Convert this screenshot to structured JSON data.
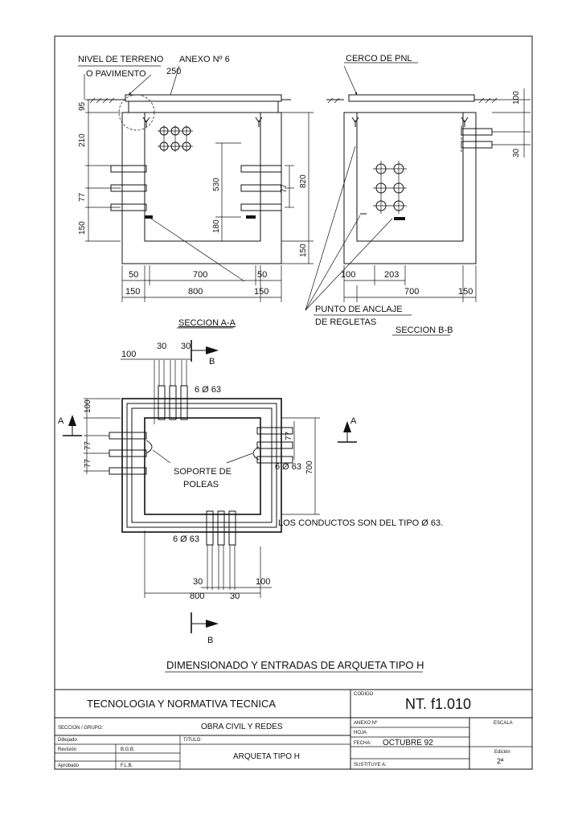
{
  "sec_aa": {
    "nivel_terreno": "NIVEL DE TERRENO",
    "pavimento": "O PAVIMENTO",
    "anexo": "ANEXO Nº 6",
    "d250": "250",
    "d95": "95",
    "d210": "210",
    "d77": "77",
    "d150": "150",
    "d530": "530",
    "d77b": "77",
    "d820": "820",
    "d180": "180",
    "d150b": "150",
    "d50a": "50",
    "d700": "700",
    "d50b": "50",
    "d150c": "150",
    "d800": "800",
    "d150d": "150",
    "title": "SECCION A-A"
  },
  "sec_bb": {
    "cerco": "CERCO DE PNL",
    "d100": "100",
    "d30": "30",
    "d100b": "100",
    "d203": "203",
    "d700": "700",
    "d150": "150",
    "anclaje1": "PUNTO DE ANCLAJE",
    "anclaje2": "DE REGLETAS",
    "title": "SECCION B-B"
  },
  "plan": {
    "d100": "100",
    "d30a": "30",
    "d30b": "30",
    "b_top": "B",
    "conduits_top": "6 Ø 63",
    "a_left": "A",
    "d100v": "100",
    "d77a": "77",
    "d77b": "77",
    "soporte1": "SOPORTE DE",
    "soporte2": "POLEAS",
    "d77c": "77",
    "conduits_right": "6 Ø 63",
    "d700": "700",
    "a_right": "A",
    "note": "LOS CONDUCTOS SON DEL TIPO Ø 63.",
    "conduits_bottom": "6 Ø 63",
    "d30c": "30",
    "d100b": "100",
    "d800": "800",
    "d30d": "30",
    "b_bottom": "B"
  },
  "drawing_title": "DIMENSIONADO Y ENTRADAS DE ARQUETA TIPO H",
  "title_block": {
    "org": "TECNOLOGIA Y NORMATIVA TECNICA",
    "codigo_label": "CODIGO",
    "codigo": "NT. f1.010",
    "seccion_label": "SECCION / GRUPO:",
    "seccion": "OBRA CIVIL Y REDES",
    "anexo_label": "ANEXO Nº",
    "escala_label": "ESCALA",
    "dibujado_label": "Dibujado",
    "titulo_label": "TITULO:",
    "hoja_label": "HOJA",
    "revision_label": "Revisión",
    "revision": "B.G.B.",
    "titulo": "ARQUETA TIPO H",
    "fecha_label": "FECHA:",
    "fecha": "OCTUBRE 92",
    "edicion_label": "Edición",
    "edicion": "2ª",
    "aprobado_label": "Aprobado",
    "aprobado": "F.L.B.",
    "sustituye_label": "SUSTITUYE A:"
  }
}
